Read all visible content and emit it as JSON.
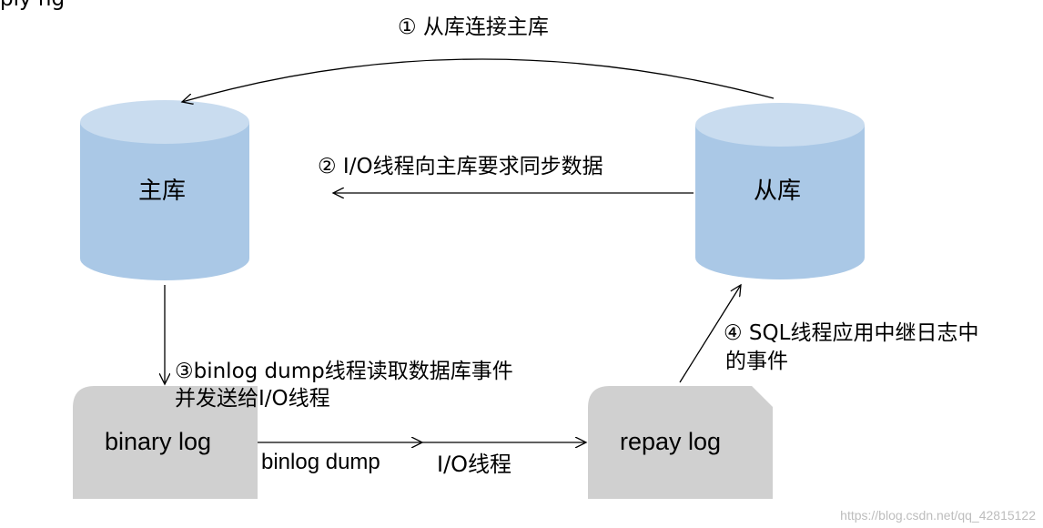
{
  "colors": {
    "cylinder_fill": "#aac8e6",
    "cylinder_top": "#c9dcef",
    "log_fill": "#d0d0d0",
    "arrow": "#000000",
    "watermark": "#bdbdbd"
  },
  "top_clip_text": "ply ng",
  "nodes": {
    "master": "主库",
    "slave": "从库",
    "binary_log": "binary log",
    "relay_log": "repay log"
  },
  "steps": {
    "step1": "① 从库连接主库",
    "step2": "② I/O线程向主库要求同步数据",
    "step3_line1": "③binlog dump线程读取数据库事件",
    "step3_line2": "并发送给I/O线程",
    "step4_line1": "④ SQL线程应用中继日志中",
    "step4_line2": "的事件"
  },
  "edge_labels": {
    "binlog_dump": "binlog dump",
    "io_thread": "I/O线程"
  },
  "watermark": "https://blog.csdn.net/qq_42815122"
}
